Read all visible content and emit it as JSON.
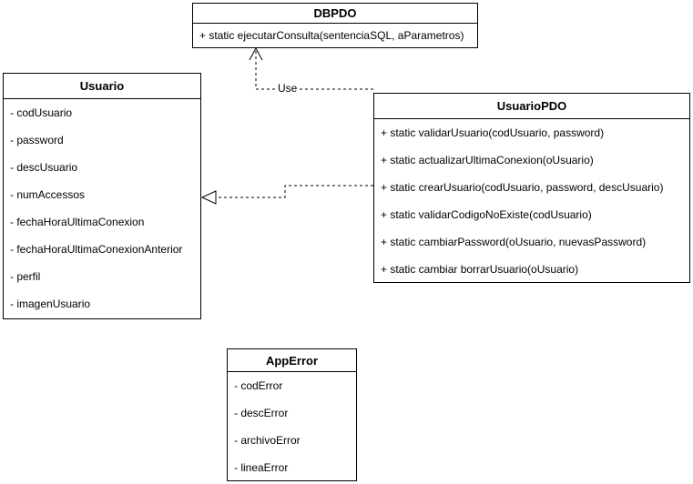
{
  "diagram": {
    "kind": "uml-class-diagram",
    "colors": {
      "background": "#ffffff",
      "line": "#000000",
      "text": "#000000"
    }
  },
  "classes": {
    "dbpdo": {
      "title": "DBPDO",
      "members": [
        "+ static ejecutarConsulta(sentenciaSQL, aParametros)"
      ]
    },
    "usuario": {
      "title": "Usuario",
      "members": [
        "- codUsuario",
        "- password",
        "- descUsuario",
        "- numAccessos",
        "- fechaHoraUltimaConexion",
        "- fechaHoraUltimaConexionAnterior",
        "- perfil",
        "- imagenUsuario"
      ]
    },
    "usuariopdo": {
      "title": "UsuarioPDO",
      "members": [
        "+ static validarUsuario(codUsuario, password)",
        "+ static actualizarUltimaConexion(oUsuario)",
        "+ static crearUsuario(codUsuario, password, descUsuario)",
        "+ static validarCodigoNoExiste(codUsuario)",
        "+ static cambiarPassword(oUsuario, nuevasPassword)",
        "+ static cambiar borrarUsuario(oUsuario)"
      ]
    },
    "apperror": {
      "title": "AppError",
      "members": [
        "- codError",
        "- descError",
        "- archivoError",
        "- lineaError"
      ]
    }
  },
  "edges": {
    "use_dependency": {
      "label": "Use",
      "from": "UsuarioPDO",
      "to": "DBPDO",
      "style": "dashed-open-arrow"
    },
    "realization": {
      "label": "",
      "from": "UsuarioPDO",
      "to": "Usuario",
      "style": "dashed-hollow-triangle"
    }
  }
}
